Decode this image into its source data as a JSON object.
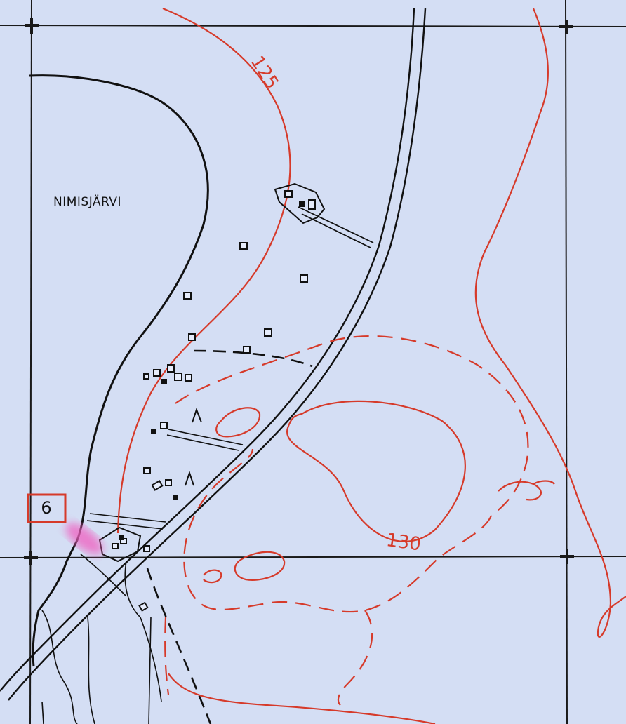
{
  "map": {
    "lake_label": "NIMISJÄRVI",
    "contour_label_low": "125",
    "contour_label_high": "130",
    "site_marker": "6"
  },
  "colors": {
    "paper": "#d4def4",
    "grid": "#1a1a1a",
    "shoreline": "#111111",
    "contour": "#d63a2a",
    "highlight": "#f05fc0"
  },
  "icons": {
    "site_marker": "numbered-box",
    "buildings": "square-outline",
    "dwellings": "filled-square",
    "ditch": "chevron-caret"
  }
}
